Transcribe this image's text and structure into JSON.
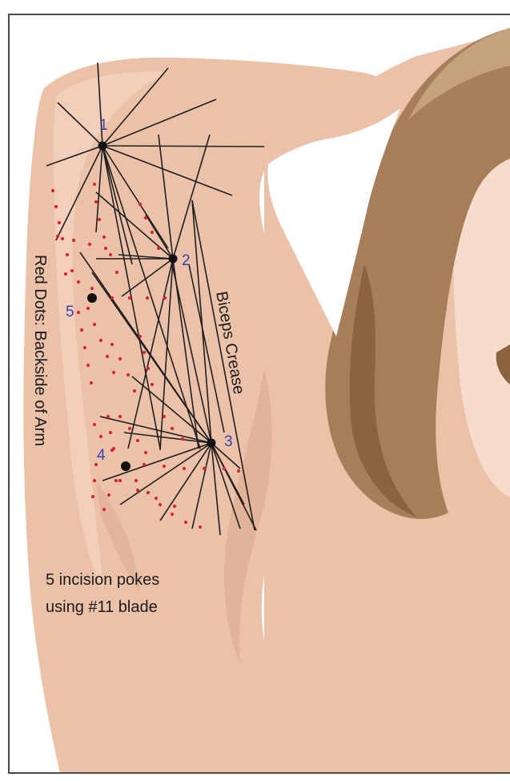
{
  "labels": {
    "point_1": "1",
    "point_2": "2",
    "point_3": "3",
    "point_4": "4",
    "point_5": "5",
    "red_dots_note": "Red Dots: Backside of Arm",
    "biceps_crease": "Biceps Crease",
    "caption_line1": "5 incision pokes",
    "caption_line2": "using #11 blade"
  },
  "colors": {
    "skin": "#ebc2a8",
    "skin_light": "#f2cfb8",
    "skin_shadow": "#d9a98c",
    "hair_dark": "#8a6440",
    "hair_mid": "#a67e57",
    "hair_light": "#c6a27c",
    "face": "#f6dccb",
    "lines": "#1f1f1f",
    "incision_dot": "#111111",
    "red_dots": "#e02030",
    "number_text": "#3a3fb0",
    "frame": "#4a4a4a"
  }
}
